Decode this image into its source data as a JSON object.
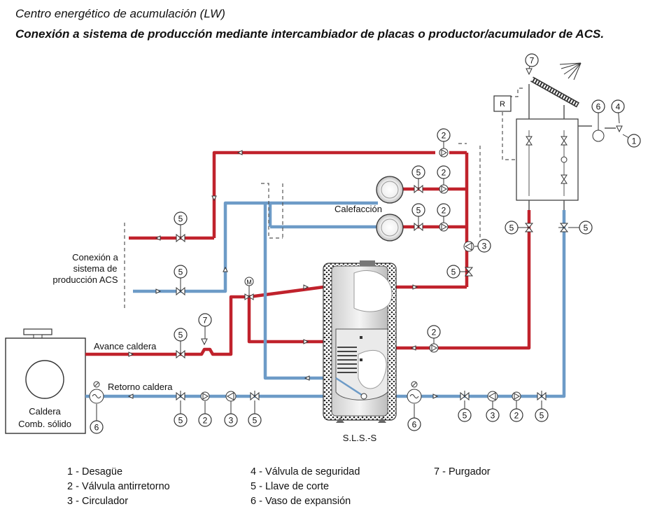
{
  "title": "Centro energético de acumulación (LW)",
  "subtitle": "Conexión a sistema de producción mediante intercambiador de placas o productor/acumulador de ACS.",
  "labels": {
    "calefaccion": "Calefacción",
    "conexion_1": "Conexión a",
    "conexion_2": "sistema de",
    "conexion_3": "producción ACS",
    "avance": "Avance caldera",
    "retorno": "Retorno caldera",
    "caldera_1": "Caldera",
    "caldera_2": "Comb. sólido",
    "tank": "S.L.S.-S",
    "controller": "R",
    "motor": "M"
  },
  "legend": [
    {
      "num": "1",
      "text": "Desagüe"
    },
    {
      "num": "2",
      "text": "Válvula antirretorno"
    },
    {
      "num": "3",
      "text": "Circulador"
    },
    {
      "num": "4",
      "text": "Válvula de seguridad"
    },
    {
      "num": "5",
      "text": "Llave de corte"
    },
    {
      "num": "6",
      "text": "Vaso de expansión"
    },
    {
      "num": "7",
      "text": "Purgador"
    }
  ],
  "callouts": {
    "c1": "1",
    "c2": "2",
    "c3": "3",
    "c4": "4",
    "c5": "5",
    "c6": "6",
    "c7": "7"
  },
  "colors": {
    "hot": "#c0222c",
    "cold": "#6d9bc7",
    "line": "#555555"
  }
}
